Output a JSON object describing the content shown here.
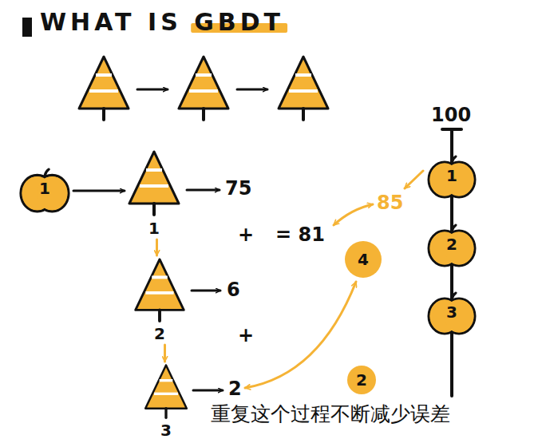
{
  "diagram": {
    "title": "WHAT IS GBDT",
    "caption": "重复这个过程不断减少误差",
    "nodes": [
      {
        "text": [
          "1"
        ]
      },
      {
        "text": [
          "1"
        ]
      },
      {
        "text": [
          "2"
        ]
      },
      {
        "text": [
          "3"
        ]
      },
      {
        "text": [
          "1"
        ]
      },
      {
        "text": [
          "2"
        ]
      },
      {
        "text": [
          "3"
        ]
      },
      {
        "text": [
          "4"
        ]
      },
      {
        "text": [
          "2"
        ]
      }
    ],
    "edges": [
      {
        "from": 0,
        "to": 1,
        "arrow": "to"
      },
      {
        "from": 1,
        "to": 2,
        "arrow": "to"
      },
      {
        "from": 2,
        "to": 3,
        "arrow": "to"
      }
    ],
    "labels": [
      "75",
      "+",
      "= 81",
      "85",
      "6",
      "+",
      "2",
      "100"
    ]
  }
}
